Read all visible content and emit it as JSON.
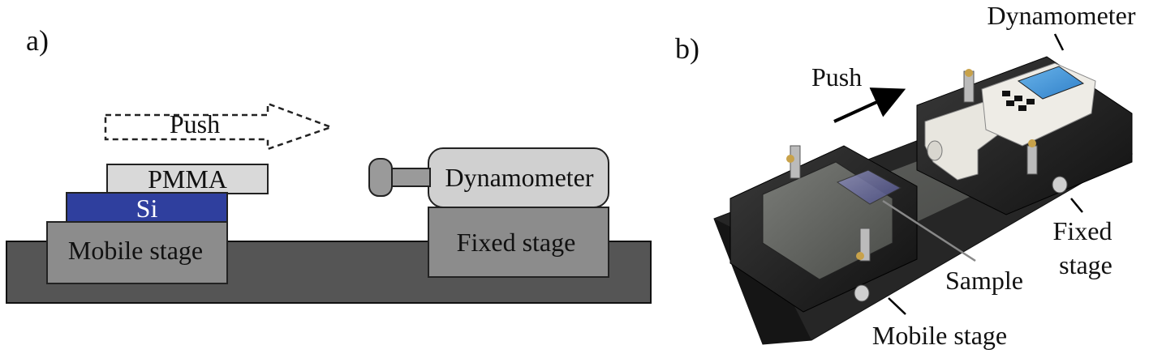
{
  "panel_a": {
    "label": "a)",
    "push_label": "Push",
    "pmma_label": "PMMA",
    "si_label": "Si",
    "mobile_stage_label": "Mobile stage",
    "dynamometer_label": "Dynamometer",
    "fixed_stage_label": "Fixed stage",
    "colors": {
      "base": "#555555",
      "stage": "#8c8c8c",
      "pmma": "#d9d9d9",
      "si": "#2f3f9e",
      "dynamometer": "#d0d0d0",
      "plunger": "#9a9a9a"
    }
  },
  "panel_b": {
    "label": "b)",
    "push_label": "Push",
    "dynamometer_label": "Dynamometer",
    "fixed_stage_label_1": "Fixed",
    "fixed_stage_label_2": "stage",
    "sample_label": "Sample",
    "mobile_stage_label": "Mobile stage"
  }
}
